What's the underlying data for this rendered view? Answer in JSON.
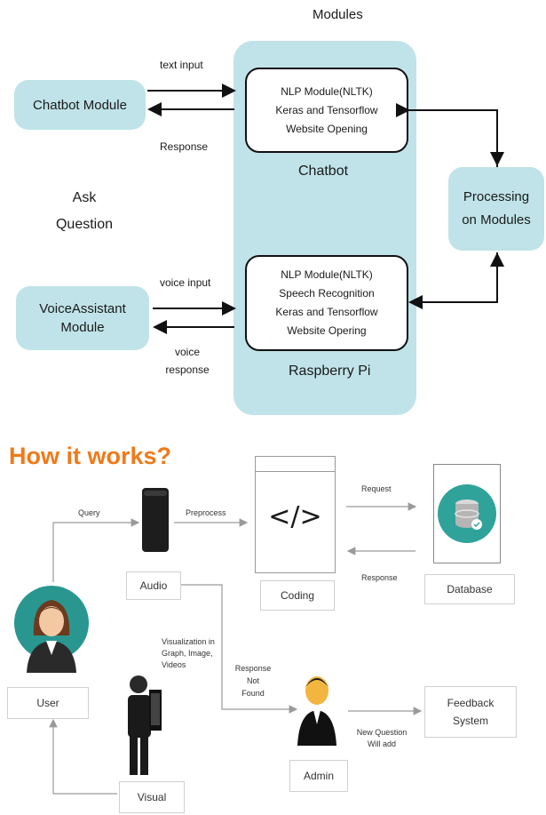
{
  "top": {
    "modules_title": "Modules",
    "chatbot_module": "Chatbot Module",
    "voice_module": [
      "VoiceAssistant",
      "Module"
    ],
    "ask_question": [
      "Ask",
      "Question"
    ],
    "processing": [
      "Processing",
      "on Modules"
    ],
    "text_input": "text input",
    "response": "Response",
    "voice_input": "voice input",
    "voice_response": [
      "voice",
      "response"
    ],
    "chatbot_box_lines": [
      "NLP Module(NLTK)",
      "Keras and Tensorflow",
      "Website Opening"
    ],
    "chatbot_label": "Chatbot",
    "pi_box_lines": [
      "NLP Module(NLTK)",
      "Speech Recognition",
      "Keras and Tensorflow",
      "Website Opering"
    ],
    "pi_label": "Raspberry Pi"
  },
  "bottom": {
    "title": "How it works?",
    "query": "Query",
    "preprocess": "Preprocess",
    "request": "Request",
    "response": "Response",
    "audio": "Audio",
    "coding": "Coding",
    "database": "Database",
    "user": "User",
    "visual": "Visual",
    "admin": "Admin",
    "feedback": [
      "Feedback",
      "System"
    ],
    "visualization_note": [
      "Visualization in",
      "Graph, Image,",
      "Videos"
    ],
    "response_not_found": [
      "Response",
      "Not",
      "Found"
    ],
    "new_question": [
      "New Question",
      "Will add"
    ],
    "code_glyph": "</>"
  },
  "colors": {
    "panel": "#bfe3e8",
    "accent_title": "#f07a1a",
    "db_circle": "#2fa39a"
  }
}
